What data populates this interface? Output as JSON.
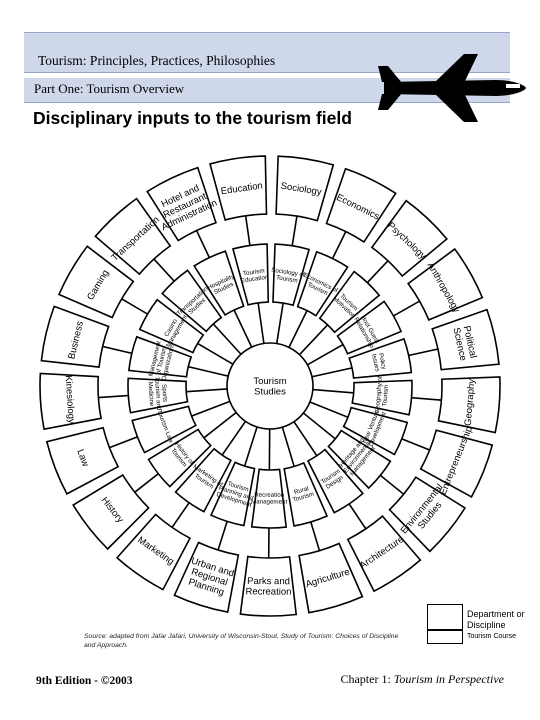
{
  "header": {
    "title": "Tourism: Principles, Practices, Philosophies",
    "part": "Part One: Tourism Overview",
    "main_title": "Disciplinary inputs to the tourism field"
  },
  "center": {
    "line1": "Tourism",
    "line2": "Studies"
  },
  "disciplines": [
    "Sociology",
    "Economics",
    "Psychology",
    "Anthropology",
    "Political Science",
    "Geography",
    "Entrepreneurship",
    "Environmental Studies",
    "Architecture",
    "Agriculture",
    "Parks and Recreation",
    "Urban and Regional Planning",
    "Marketing",
    "History",
    "Law",
    "Kinesiology",
    "Business",
    "Gaming",
    "Transportation",
    "Hotel and Restaurant Administration",
    "Education"
  ],
  "courses": [
    "Sociology of Tourism",
    "Economics of Tourism",
    "Tourism Motivation",
    "Host Guest Relationship",
    "Policy Issues",
    "Geography of Tourism",
    "New Venture Development",
    "Heritage and Environmental Management",
    "Tourism Design",
    "Rural Tourism",
    "Recreation Management",
    "Tourism Planning and Development",
    "Marketing of Tourism",
    "History of Tourism",
    "Tourism Law",
    "Sports Tourism and Medicine",
    "Management of Tourism Organizations",
    "Casino Management",
    "Transportation Studies",
    "Hospitality Studies",
    "Tourism Education"
  ],
  "legend": {
    "discipline": "Department or Discipline",
    "course": "Tourism Course"
  },
  "footer": {
    "source": "Source: adapted from Jafar Jafari, University of Wisconsin-Stout, Study of Tourism: Choices of Discipline and Approach.",
    "edition": "9th Edition - ©2003",
    "chapter_prefix": "Chapter 1:",
    "chapter_title": "Tourism in Perspective"
  },
  "colors": {
    "banner": "#cfd7ea",
    "airplane": "#000000",
    "lines": "#000000"
  },
  "icons": [
    "airplane-icon"
  ]
}
